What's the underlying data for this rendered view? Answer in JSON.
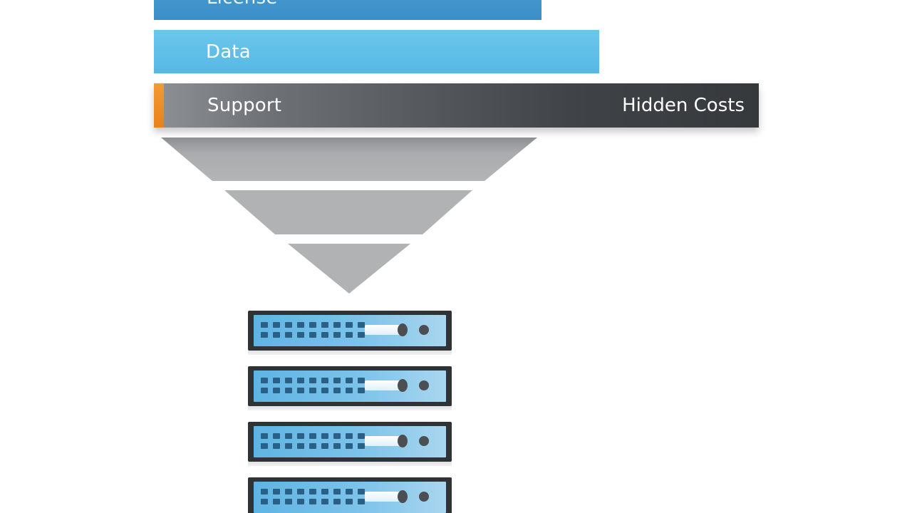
{
  "layers": {
    "license_label": "License",
    "data_label": "Data",
    "support_label": "Support",
    "hidden_costs_label": "Hidden Costs"
  },
  "colors": {
    "license": "#3b8ec7",
    "data": "#56b9e4",
    "support_dark": "#36393c",
    "accent": "#e8821a",
    "funnel": "#a8aaac",
    "server_face": "#7cc3ea",
    "server_frame": "#2f3336"
  },
  "icons": {
    "funnel": "funnel-icon",
    "server": "server-rack-icon"
  },
  "server_count": 4
}
